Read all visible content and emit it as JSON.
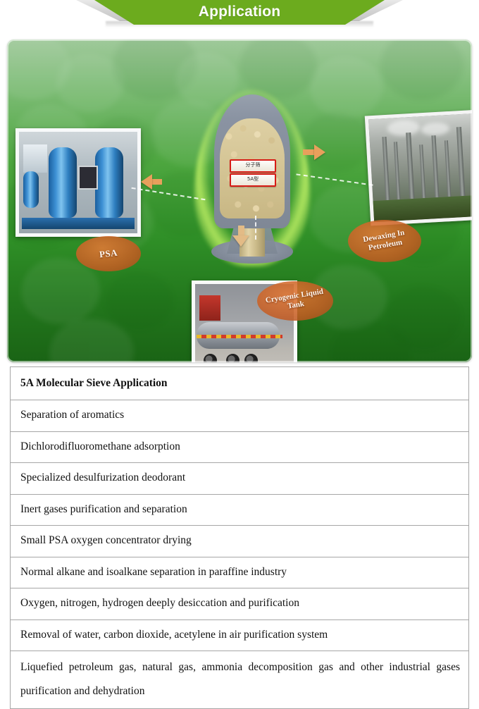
{
  "header": {
    "title": "Application",
    "ribbon_color": "#6cab1e",
    "tail_color": "#d2d2d2"
  },
  "hero": {
    "background_top_color": "#9fc99a",
    "background_bottom_color": "#1a6415",
    "center_product": {
      "name": "molecular-sieve-jar",
      "label_line_1": "分子筛",
      "label_line_2": "5A型"
    },
    "callouts": [
      {
        "id": "psa",
        "label": "PSA",
        "color": "#c55c22"
      },
      {
        "id": "dewaxing",
        "label": "Dewaxing In Petroleum",
        "color": "#c55c22"
      },
      {
        "id": "cryogenic",
        "label": "Cryogenic Liquid Tank",
        "color": "#c55c22"
      }
    ],
    "photos": [
      {
        "id": "psa-equipment",
        "alt": "PSA oxygen generator blue tanks"
      },
      {
        "id": "refinery",
        "alt": "Petroleum refinery plant"
      },
      {
        "id": "tanker-truck",
        "alt": "Cryogenic liquid tanker truck"
      }
    ],
    "arrows": [
      {
        "id": "arrow-to-psa",
        "direction": "left",
        "color": "#e8a05c"
      },
      {
        "id": "arrow-to-refinery",
        "direction": "right",
        "color": "#e8a05c"
      },
      {
        "id": "arrow-to-tanker",
        "direction": "down",
        "color": "#e3bb86"
      }
    ]
  },
  "table": {
    "title": "5A Molecular Sieve Application",
    "rows": [
      "Separation of aromatics",
      "Dichlorodifluoromethane adsorption",
      "Specialized desulfurization deodorant",
      "Inert gases purification and separation",
      "Small PSA oxygen concentrator drying",
      "Normal alkane and isoalkane separation in paraffine industry",
      "Oxygen, nitrogen, hydrogen deeply desiccation and purification",
      "Removal of water, carbon dioxide, acetylene in air purification system",
      "Liquefied petroleum gas, natural gas, ammonia decomposition gas and other industrial gases purification and dehydration"
    ]
  }
}
